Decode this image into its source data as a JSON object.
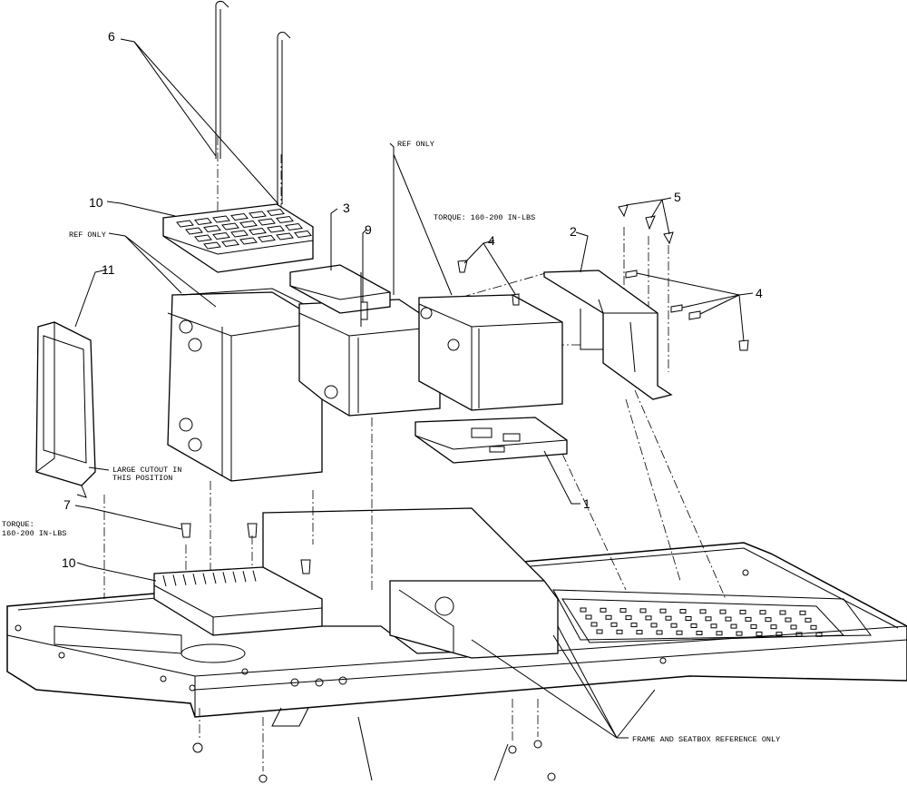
{
  "callouts": {
    "c1": "1",
    "c2": "2",
    "c3": "3",
    "c4a": "4",
    "c4b": "4",
    "c5": "5",
    "c6": "6",
    "c7": "7",
    "c9": "9",
    "c10a": "10",
    "c10b": "10",
    "c11": "11"
  },
  "notes": {
    "ref_only_left": "REF ONLY",
    "ref_only_top": "REF ONLY",
    "torque_top": "TORQUE: 160-200 IN-LBS",
    "torque_left_1": "TORQUE:",
    "torque_left_2": "160-200 IN-LBS",
    "cutout_1": "LARGE CUTOUT IN",
    "cutout_2": "THIS POSITION",
    "frame_ref": "FRAME AND SEATBOX REFERENCE ONLY"
  },
  "colors": {
    "line": "#000000",
    "background": "#ffffff"
  }
}
